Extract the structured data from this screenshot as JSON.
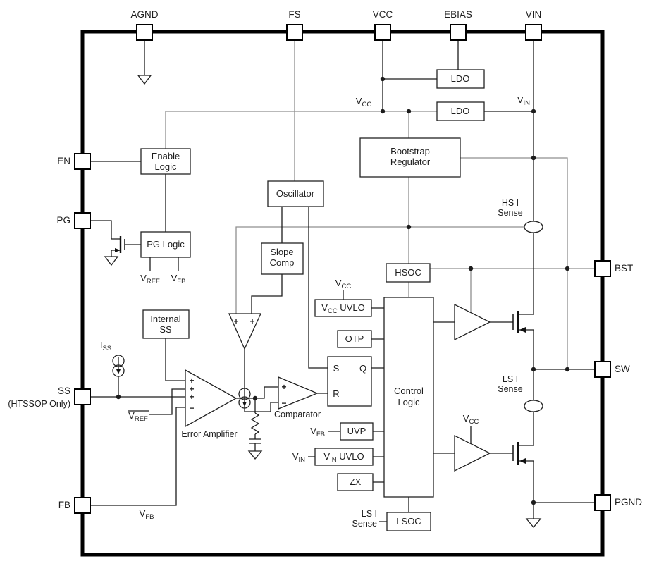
{
  "pins": {
    "top": [
      "AGND",
      "FS",
      "VCC",
      "EBIAS",
      "VIN"
    ],
    "left": [
      "EN",
      "PG",
      "SS",
      "FB"
    ],
    "left_note": "(HTSSOP Only)",
    "right": [
      "BST",
      "SW",
      "PGND"
    ]
  },
  "blocks": {
    "ldo1": "LDO",
    "ldo2": "LDO",
    "bootstrap_line1": "Bootstrap",
    "bootstrap_line2": "Regulator",
    "enable_line1": "Enable",
    "enable_line2": "Logic",
    "pg_logic": "PG Logic",
    "oscillator": "Oscillator",
    "slope_line1": "Slope",
    "slope_line2": "Comp",
    "internal_ss_line1": "Internal",
    "internal_ss_line2": "SS",
    "hsoc": "HSOC",
    "lsoc": "LSOC",
    "otp": "OTP",
    "uvp": "UVP",
    "zx": "ZX",
    "control_line1": "Control",
    "control_line2": "Logic",
    "latch_s": "S",
    "latch_q": "Q",
    "latch_r": "R"
  },
  "labels": {
    "v": "V",
    "i": "I",
    "sub_cc": "CC",
    "sub_in": "IN",
    "sub_ref": "REF",
    "sub_fb": "FB",
    "sub_ss": "SS",
    "uvlo_suffix": " UVLO",
    "hs_i": "HS I",
    "ls_i": "LS I",
    "sense": "Sense",
    "error_amplifier": "Error Amplifier",
    "comparator": "Comparator",
    "plus": "+",
    "minus": "−"
  },
  "colors": {
    "wire": "#1c1c1c",
    "wire_gray": "#8f8f8f",
    "chip_border": "#000000",
    "background": "#ffffff"
  }
}
